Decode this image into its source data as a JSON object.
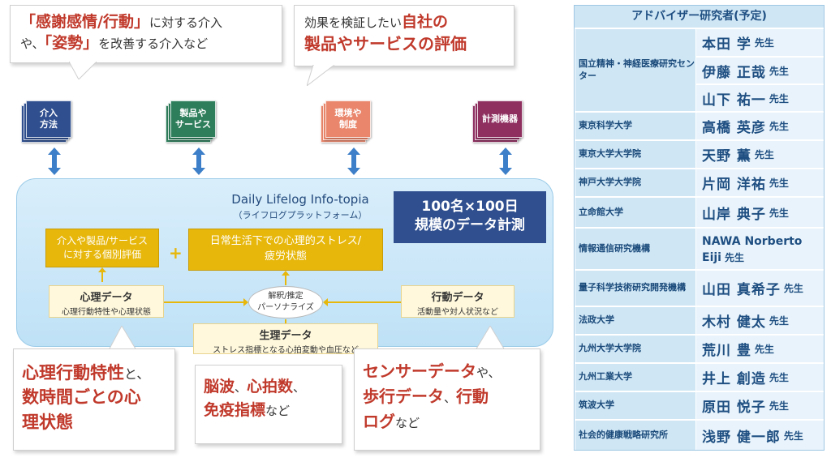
{
  "callouts": {
    "top_left": {
      "s1": "「感謝感情/行動」",
      "p1": "に対する介入",
      "p2": "や、",
      "s2": "「姿勢」",
      "p3": "を改善する介入など"
    },
    "top_center": {
      "p1": "効果を検証したい",
      "s1": "自社の",
      "s2": "製品やサービスの評価"
    },
    "bottom_left": {
      "s1": "心理行動特性",
      "p1": "と、",
      "s2": "数時間ごとの心",
      "s3": "理状態"
    },
    "bottom_mid": {
      "s1": "脳波",
      "p1": "、",
      "s2": "心拍数",
      "p2": "、",
      "s3": "免疫指標",
      "p3": "など"
    },
    "bottom_right": {
      "s1": "センサーデータ",
      "p1": "や、",
      "s2": "歩行データ",
      "p2": "、",
      "s3": "行動",
      "s4": "ログ",
      "p3": "など"
    }
  },
  "stacks": [
    {
      "l1": "介入",
      "l2": "方法",
      "color": "#2f4f8f"
    },
    {
      "l1": "製品や",
      "l2": "サービス",
      "color": "#2e7d5b"
    },
    {
      "l1": "環境や",
      "l2": "制度",
      "color": "#e9866b"
    },
    {
      "l1": "計測機器",
      "l2": "",
      "color": "#8e2f60"
    }
  ],
  "platform": {
    "title": "Daily Lifelog Info-topia",
    "subtitle": "（ライフログプラットフォーム）",
    "scale_l1": "100名×100日",
    "scale_l2": "規模のデータ計測",
    "eval_l1": "介入や製品/サービス",
    "eval_l2": "に対する個別評価",
    "plus": "+",
    "stress_l1": "日常生活下での心理的ストレス/",
    "stress_l2": "疲労状態",
    "psych_h": "心理データ",
    "psych_s": "心理行動特性や心理状態",
    "oval_l1": "解釈/推定",
    "oval_l2": "パーソナライズ",
    "action_h": "行動データ",
    "action_s": "活動量や対人状況など",
    "physio_h": "生理データ",
    "physio_s": "ストレス指標となる心拍変動や血圧など"
  },
  "advisors": {
    "header": "アドバイザー研究者(予定)",
    "honorific": "先生",
    "institutions": [
      "国立精神・神経医療研究センター",
      "東京科学大学",
      "東京大学大学院",
      "神戸大学大学院",
      "立命館大学",
      "情報通信研究機構",
      "量子科学技術研究開発機構",
      "法政大学",
      "九州大学大学院",
      "九州工業大学",
      "筑波大学",
      "社会的健康戦略研究所"
    ],
    "names": [
      "本田 学",
      "伊藤 正哉",
      "山下 祐一",
      "高橋 英彦",
      "天野 薫",
      "片岡 洋祐",
      "山岸 典子",
      "NAWA Norberto Eiji",
      "山田 真希子",
      "木村 健太",
      "荒川 豊",
      "井上 創造",
      "原田 悦子",
      "浅野 健一郎"
    ]
  }
}
